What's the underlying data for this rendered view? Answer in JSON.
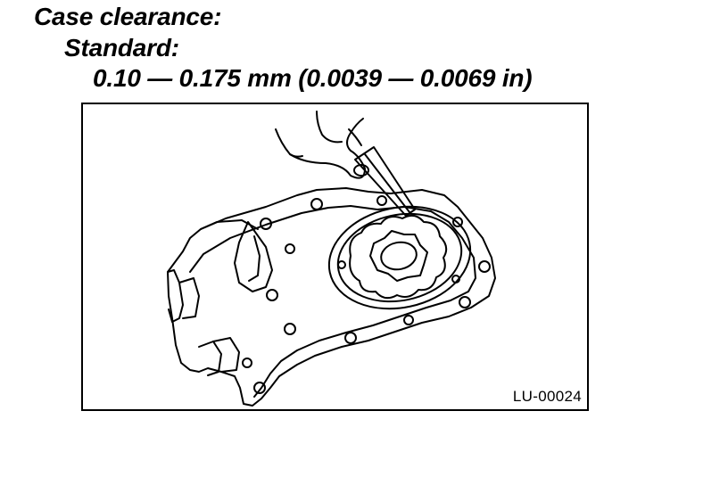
{
  "spec": {
    "title": "Case clearance:",
    "label": "Standard:",
    "value": "0.10 — 0.175 mm (0.0039 — 0.0069 in)"
  },
  "figure": {
    "id": "LU-00024",
    "icons": [
      "oil-pump-housing-illustration",
      "feeler-gauge-illustration",
      "hand-illustration",
      "rotor-gear-illustration"
    ]
  },
  "colors": {
    "ink": "#000000",
    "paper": "#ffffff"
  }
}
